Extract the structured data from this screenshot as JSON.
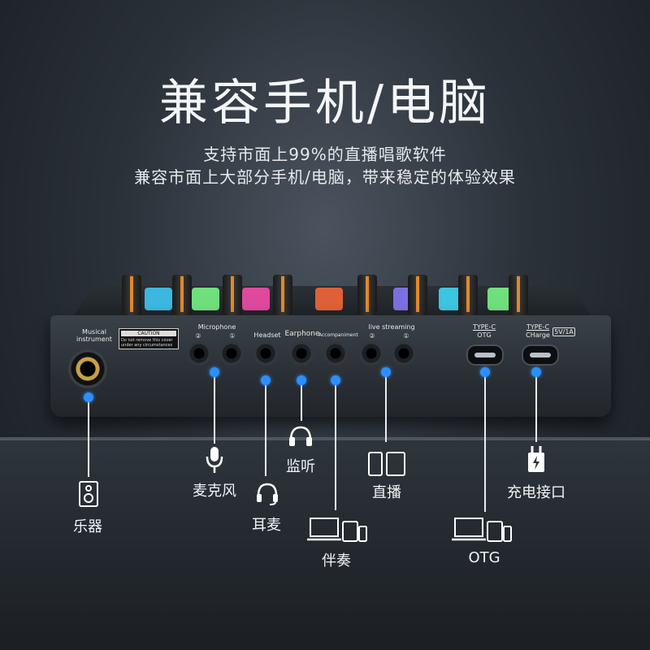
{
  "heading": "兼容手机/电脑",
  "subtitle_line1": "支持市面上99%的直播唱歌软件",
  "subtitle_line2": "兼容市面上大部分手机/电脑，带来稳定的体验效果",
  "device": {
    "musical_instrument": "Musical instrument",
    "caution_head": "CAUTION",
    "caution_text": "Do not remove this cover under any circumstances",
    "microphone": "Microphone",
    "mic_ch": [
      "②",
      "①"
    ],
    "headset": "Headset",
    "earphone": "Earphone",
    "accompaniment": "Accompaniment",
    "live_streaming": "live streaming",
    "live_ch": [
      "②",
      "①"
    ],
    "typec_otg_1": "TYPE-C",
    "typec_otg_2": "OTG",
    "typec_chg_1": "TYPE-C",
    "typec_chg_2": "CHarge",
    "charge_rating": "5V/1A"
  },
  "callouts": {
    "instrument": "乐器",
    "microphone": "麦克风",
    "headset": "耳麦",
    "monitor": "监听",
    "accompaniment": "伴奏",
    "live": "直播",
    "otg": "OTG",
    "charge": "充电接口"
  },
  "colors": {
    "accent_dot": "#2b8fff",
    "knob_stripe": "#e0892b"
  }
}
